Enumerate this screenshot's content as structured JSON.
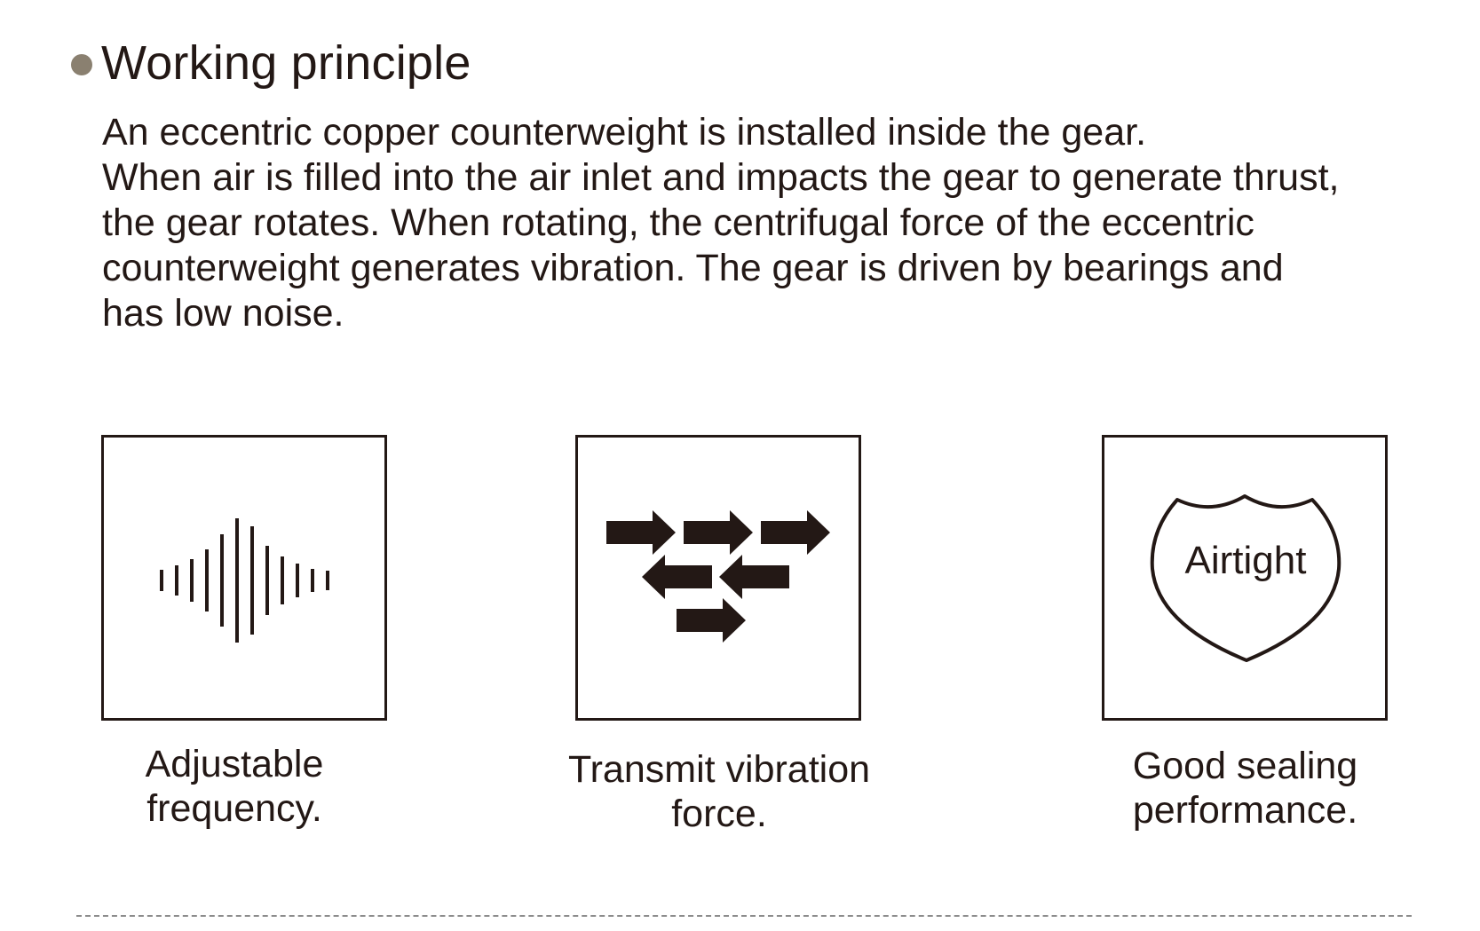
{
  "section": {
    "title": "Working principle",
    "paragraph_lines": [
      "An eccentric copper counterweight is installed inside the gear.",
      "When air is filled into the air inlet and impacts the gear to generate thrust,",
      "the gear rotates. When rotating, the centrifugal force of the eccentric",
      "counterweight generates vibration. The gear is driven by bearings and",
      "has low noise."
    ]
  },
  "features": [
    {
      "icon": "sound-wave-icon",
      "caption_lines": [
        "Adjustable",
        "frequency."
      ]
    },
    {
      "icon": "arrows-icon",
      "caption_lines": [
        "Transmit vibration",
        "force."
      ]
    },
    {
      "icon": "shield-icon",
      "shield_label": "Airtight",
      "caption_lines": [
        "Good sealing",
        "performance."
      ]
    }
  ],
  "colors": {
    "text": "#231815",
    "bullet": "#8a8070",
    "divider": "#8c8c8c"
  }
}
